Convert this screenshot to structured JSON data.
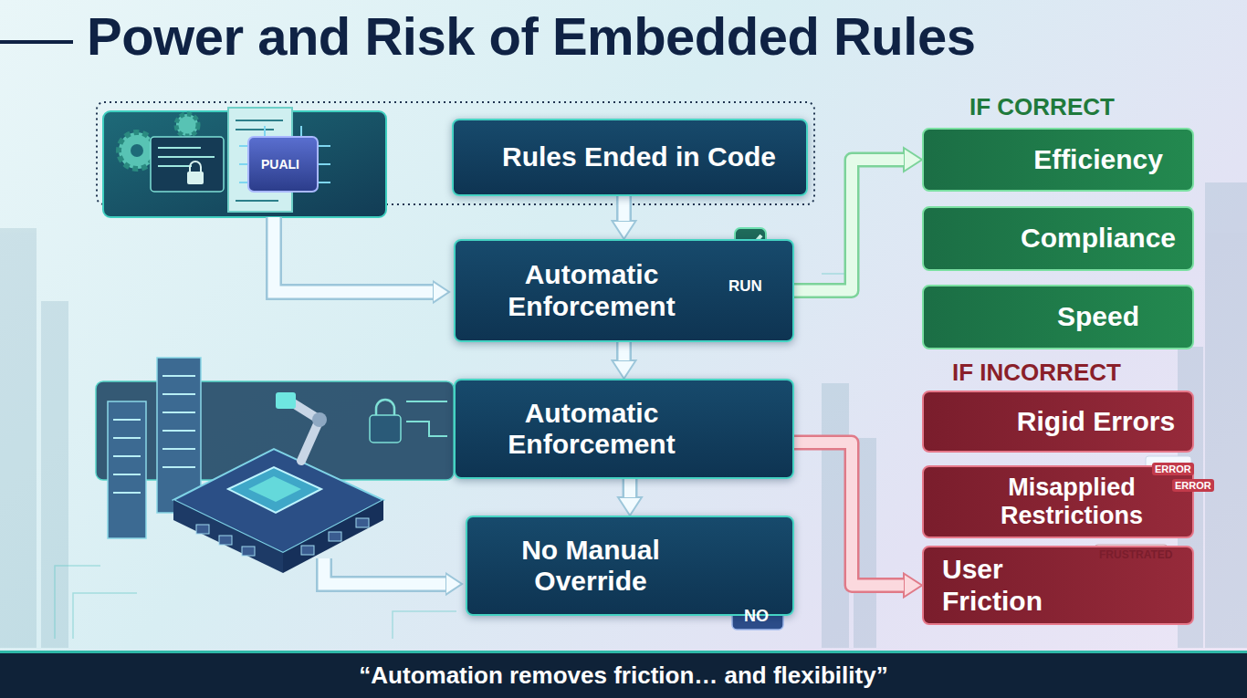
{
  "diagram": {
    "title": "Power and Risk of Embedded Rules",
    "caption": "“Automation removes friction… and flexibility”",
    "nodes": [
      {
        "text": [
          "Rules Ended in Code"
        ]
      },
      {
        "text": [
          "Automatic Enforcement"
        ]
      },
      {
        "text": [
          "Automatic Enforcement"
        ]
      },
      {
        "text": [
          "No Manual Override"
        ]
      },
      {
        "text": [
          "Efficiency"
        ]
      },
      {
        "text": [
          "Compliance"
        ]
      },
      {
        "text": [
          "Speed"
        ]
      },
      {
        "text": [
          "Rigid Errors"
        ]
      },
      {
        "text": [
          "Misapplied Restrictions"
        ]
      },
      {
        "text": [
          "User Friction"
        ]
      }
    ],
    "edges": [
      {
        "from": 0,
        "to": 1,
        "arrow": "to"
      },
      {
        "from": 1,
        "to": 2,
        "arrow": "to"
      },
      {
        "from": 2,
        "to": 3,
        "arrow": "to"
      },
      {
        "from": 1,
        "to": 4,
        "arrow": "to"
      },
      {
        "from": 2,
        "to": 9,
        "arrow": "to"
      }
    ],
    "labels": [
      "IF CORRECT",
      "IF INCORRECT",
      "PUALI",
      "RUN",
      "NO",
      "FRUSTRATED",
      "ERROR",
      "ERROR"
    ]
  }
}
